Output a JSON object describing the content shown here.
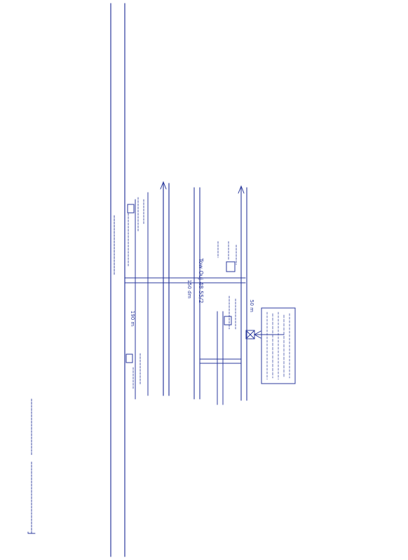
{
  "sketch": {
    "ink_color": "#2b3a9c",
    "paper_color": "#ffffff",
    "labels": {
      "road_name": "Tow Ouj 48 55/2",
      "road_width": "150 dm",
      "distance_190": "190 m",
      "distance_50": "50 m"
    }
  }
}
